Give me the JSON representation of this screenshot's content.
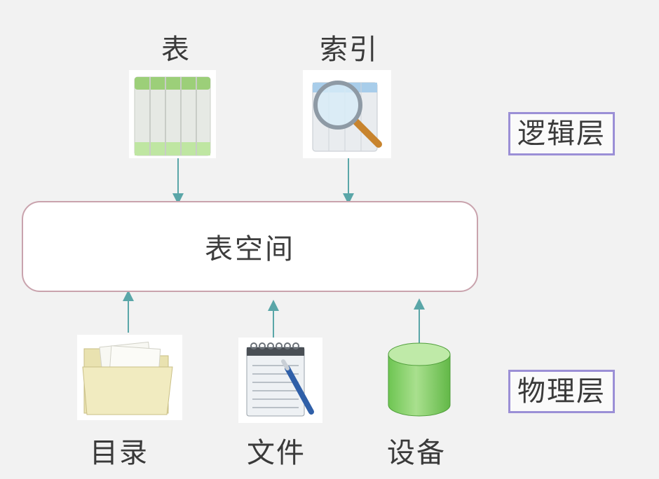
{
  "logical": {
    "table_label": "表",
    "index_label": "索引",
    "layer_label": "逻辑层"
  },
  "tablespace": {
    "label": "表空间"
  },
  "physical": {
    "directory_label": "目录",
    "file_label": "文件",
    "device_label": "设备",
    "layer_label": "物理层"
  },
  "colors": {
    "connector": "#5aa6a8",
    "layer_border": "#9b8fd6",
    "tablespace_border": "#c9a3ad",
    "table_green": "#a7d98a",
    "device_green": "#7fcf66"
  }
}
